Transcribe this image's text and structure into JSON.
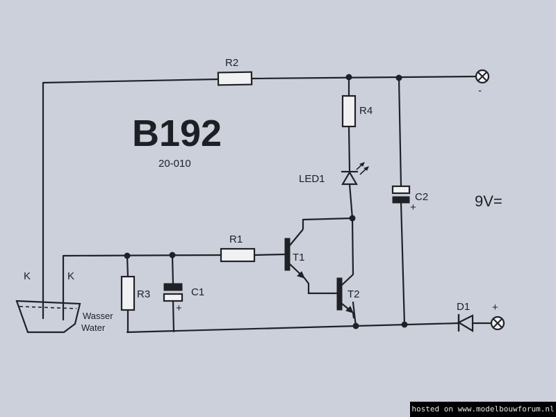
{
  "diagram": {
    "title": "B192",
    "subtitle": "20-010",
    "supply": "9V=",
    "labels": {
      "r1": "R1",
      "r2": "R2",
      "r3": "R3",
      "r4": "R4",
      "c1": "C1",
      "c2": "C2",
      "led1": "LED1",
      "t1": "T1",
      "t2": "T2",
      "d1": "D1",
      "k_left": "K",
      "k_right": "K",
      "wasser": "Wasser",
      "water": "Water",
      "minus": "-",
      "plus": "+",
      "c1_plus": "+",
      "c2_plus": "+"
    }
  },
  "footer": {
    "text": "hosted on www.modelbouwforum.nl"
  }
}
